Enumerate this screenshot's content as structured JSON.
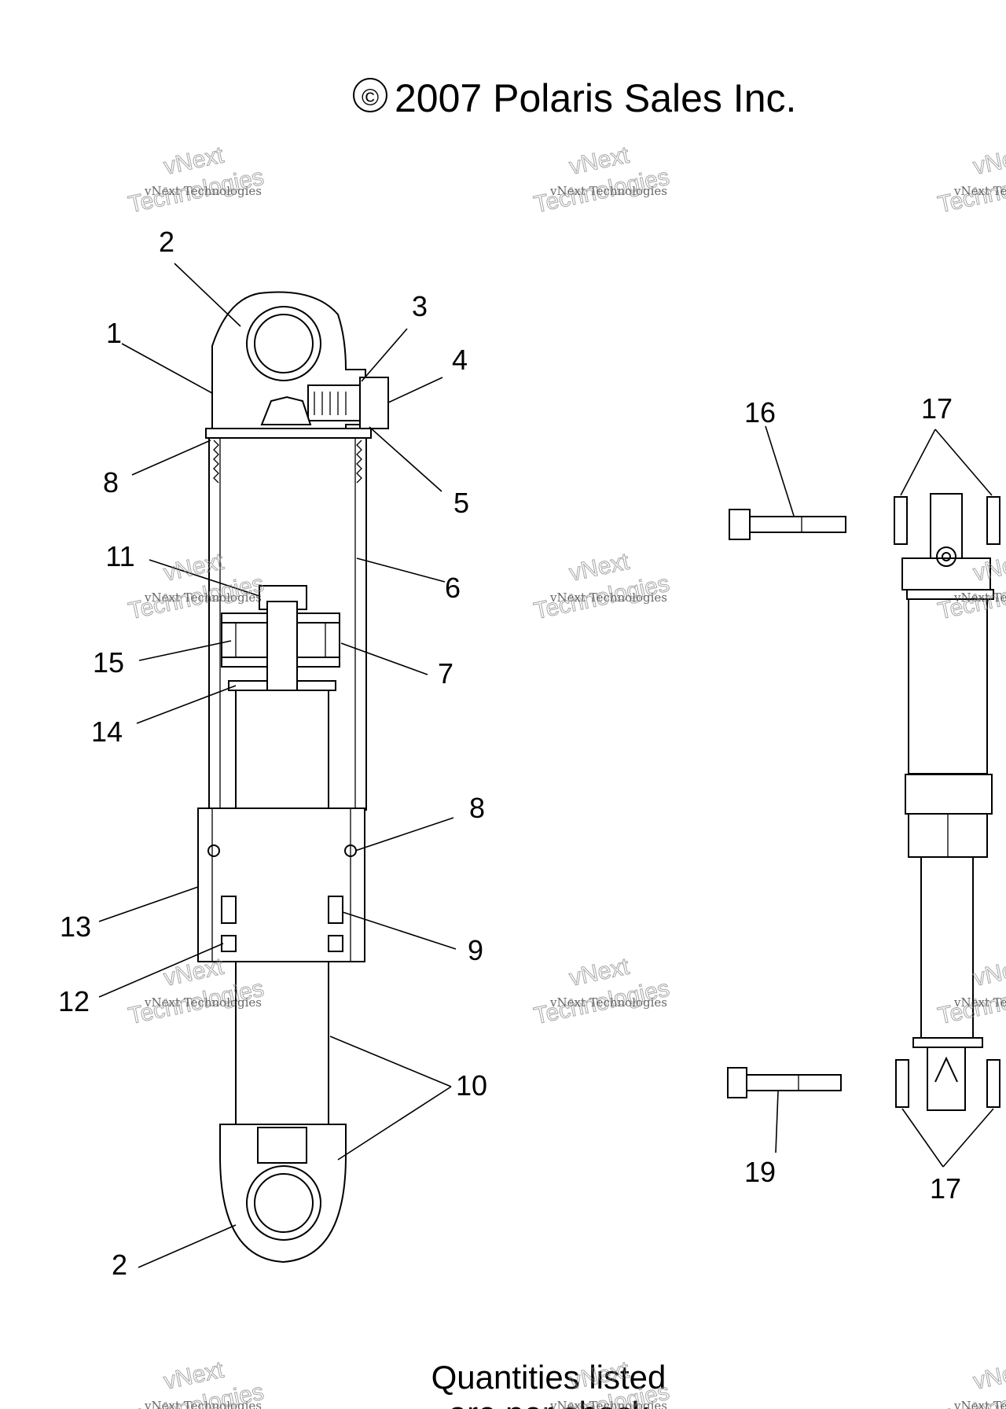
{
  "header": {
    "copyright_symbol": "©",
    "copyright_text": "2007 Polaris Sales Inc."
  },
  "footer": {
    "line1": "Quantities listed",
    "line2": "are per shock"
  },
  "watermark": {
    "small": "vNext Technologies",
    "large_1": "vNext",
    "large_2": "Technologies"
  },
  "callouts": {
    "c1": "1",
    "c2a": "2",
    "c2b": "2",
    "c3": "3",
    "c4": "4",
    "c5": "5",
    "c6": "6",
    "c7": "7",
    "c8a": "8",
    "c8b": "8",
    "c9": "9",
    "c10": "10",
    "c11": "11",
    "c12": "12",
    "c13": "13",
    "c14": "14",
    "c15": "15",
    "c16": "16",
    "c17a": "17",
    "c17b": "17",
    "c19": "19"
  }
}
